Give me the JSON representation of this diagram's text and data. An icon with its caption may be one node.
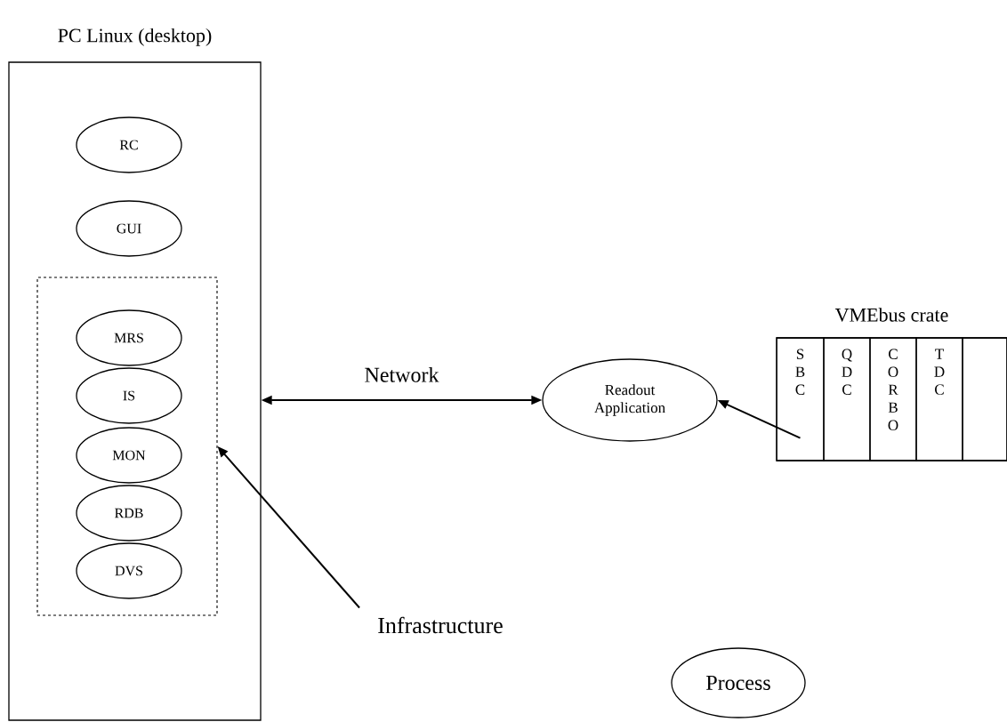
{
  "diagram": {
    "nodes": [
      {
        "text": [
          "PC Linux (desktop)"
        ]
      },
      {
        "text": [
          "RC"
        ],
        "in": 0
      },
      {
        "text": [
          "GUI"
        ],
        "in": 0
      },
      {
        "text": [],
        "shape": "box",
        "in": 0
      },
      {
        "text": [
          "MRS"
        ],
        "in": 3
      },
      {
        "text": [
          "IS"
        ],
        "in": 3
      },
      {
        "text": [
          "MON"
        ],
        "in": 3
      },
      {
        "text": [
          "RDB"
        ],
        "in": 3
      },
      {
        "text": [
          "DVS"
        ],
        "in": 3
      },
      {
        "text": [
          "Readout Application"
        ]
      },
      {
        "text": [
          "VMEbus crate"
        ]
      },
      {
        "text": [
          "SBC"
        ],
        "in": 10
      },
      {
        "text": [
          "QDC"
        ],
        "in": 10
      },
      {
        "text": [
          "CORBO"
        ],
        "in": 10
      },
      {
        "text": [
          "TDC"
        ],
        "in": 10
      },
      {
        "text": [],
        "shape": "box",
        "in": 10
      },
      {
        "text": [
          "Infrastructure"
        ]
      },
      {
        "text": [
          "Process"
        ]
      }
    ],
    "edges": [
      {
        "from": 0,
        "to": 9,
        "arrow": "both",
        "label": "Network"
      },
      {
        "from": 11,
        "to": 9,
        "arrow": "to"
      },
      {
        "from": 16,
        "to": 3,
        "arrow": "to"
      }
    ]
  }
}
